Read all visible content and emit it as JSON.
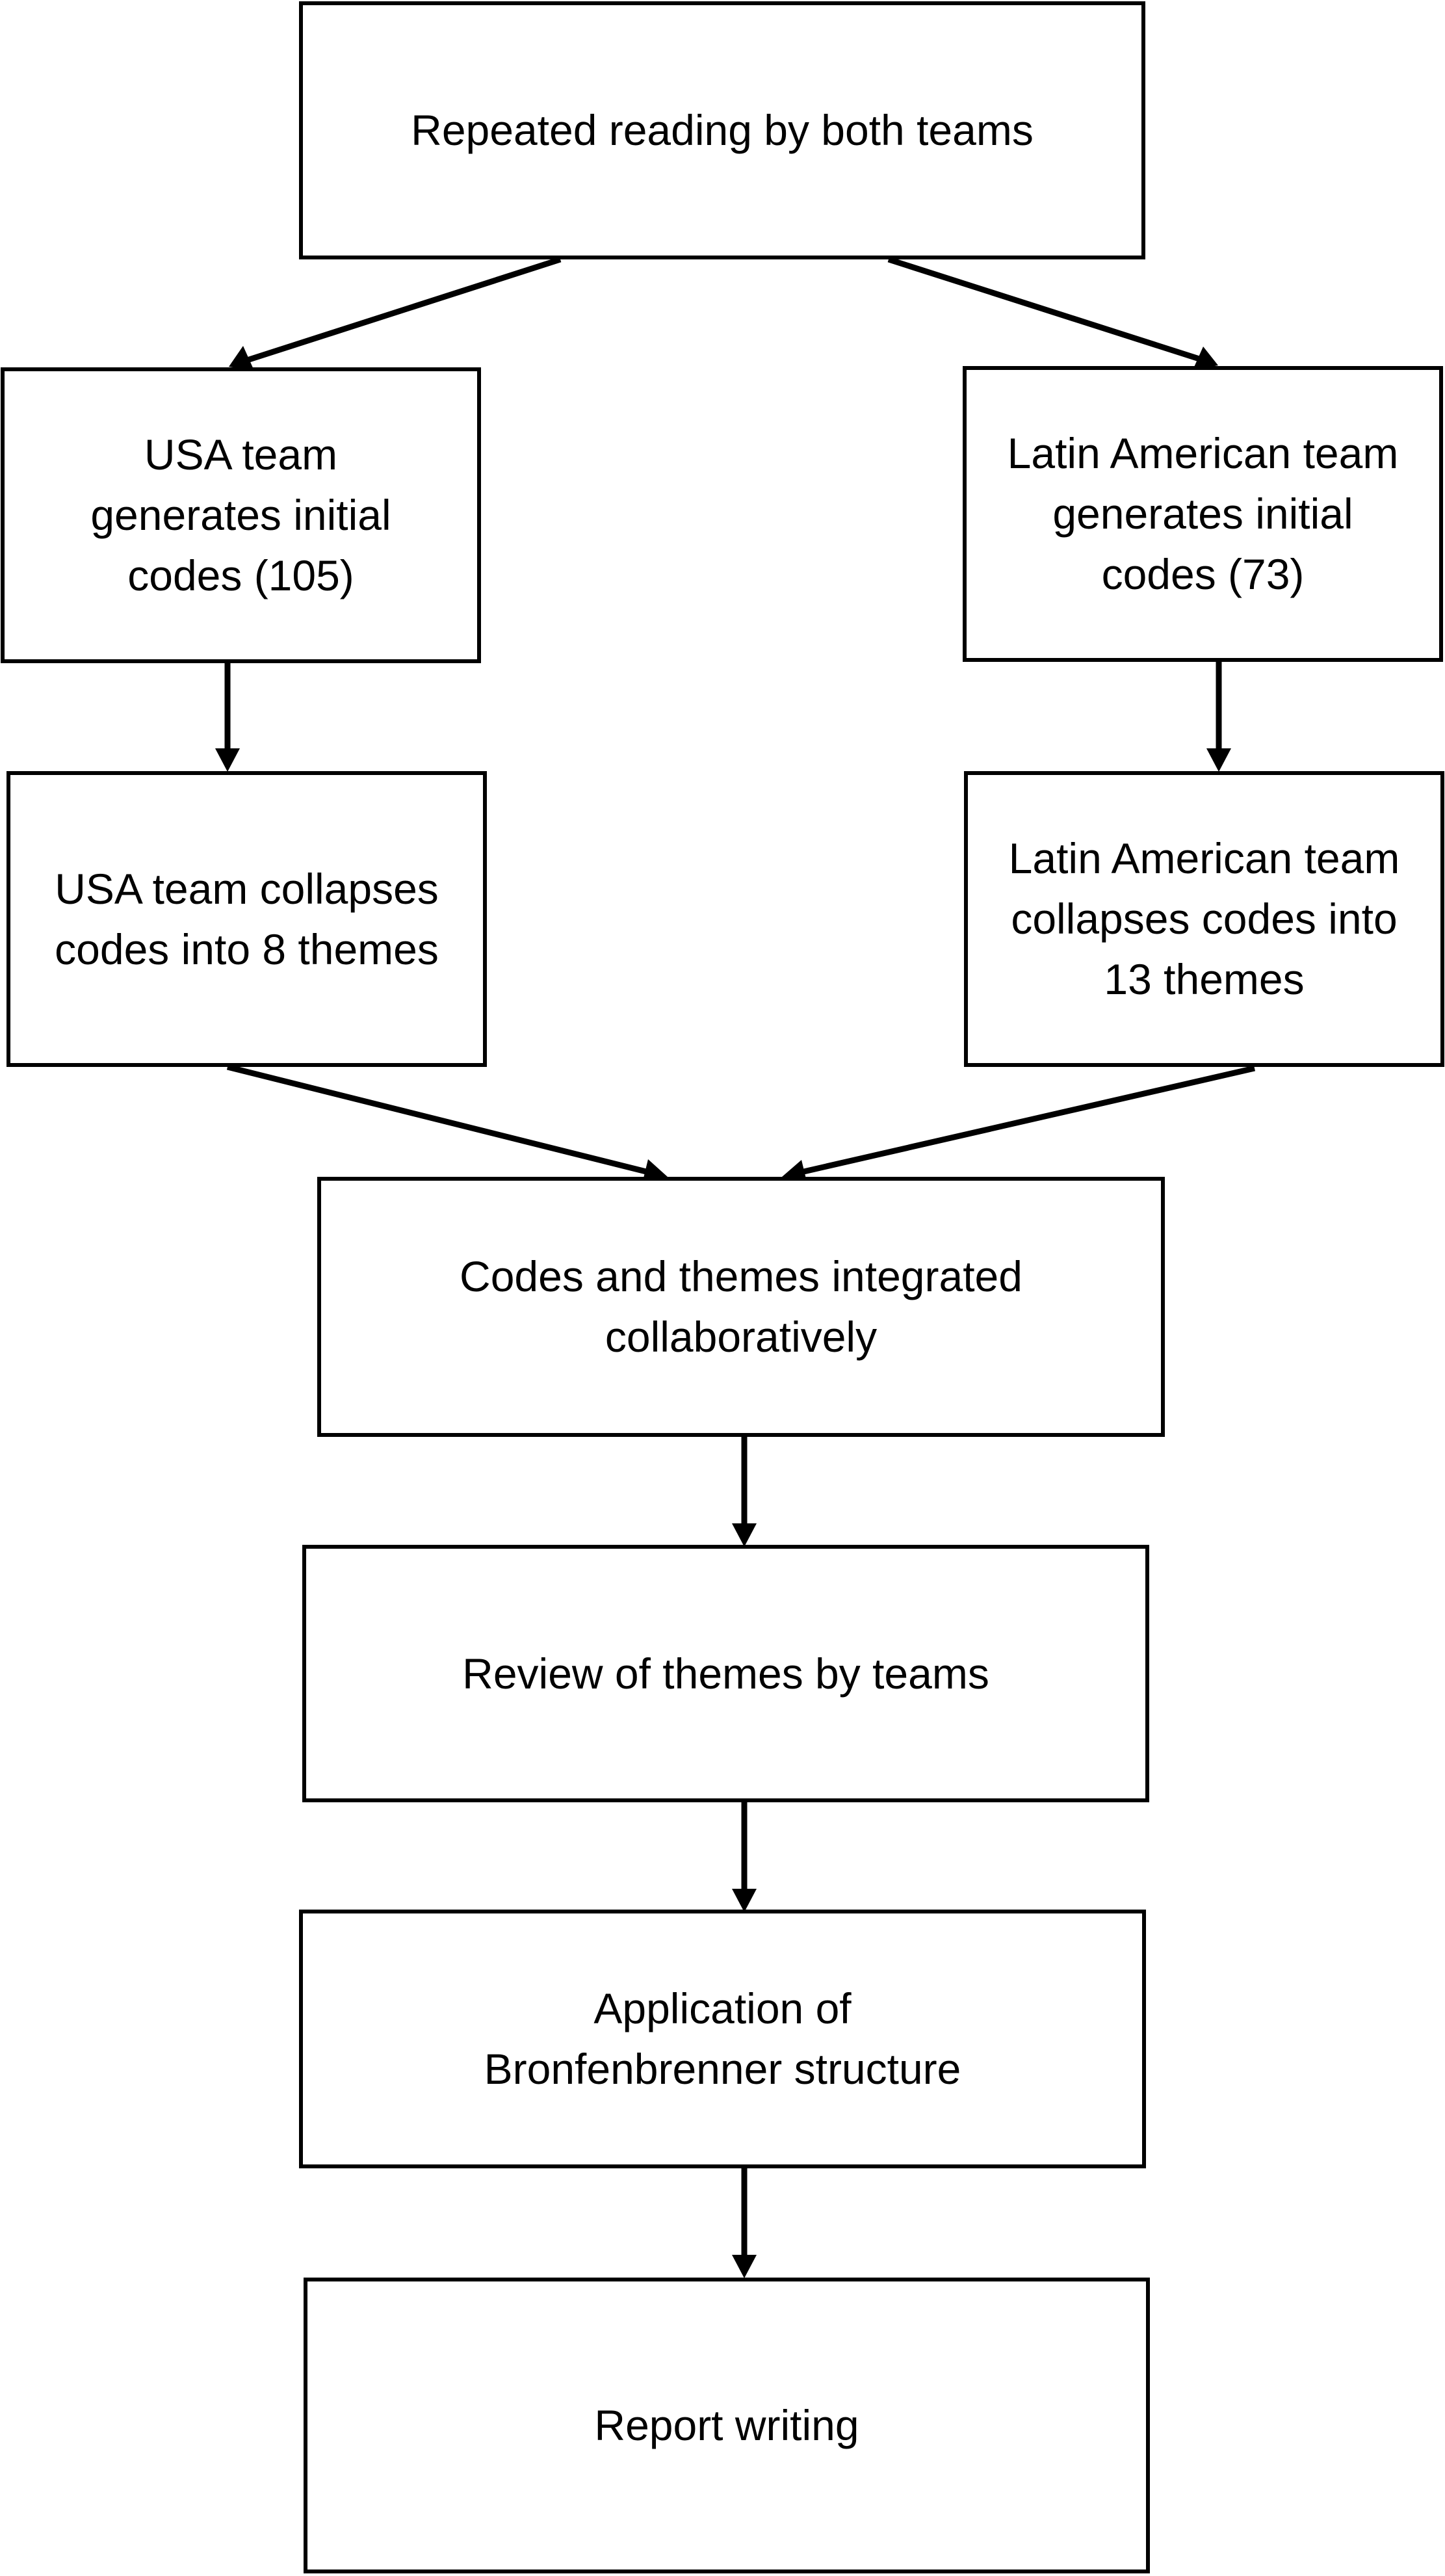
{
  "diagram": {
    "nodes": {
      "reading": "Repeated reading by both teams",
      "usa_codes": "USA team generates initial codes (105)",
      "latam_codes": "Latin American team generates initial codes (73)",
      "usa_themes": "USA team collapses codes into 8 themes",
      "latam_themes": "Latin American team collapses codes into 13 themes",
      "integrated": "Codes and themes integrated collaboratively",
      "review": "Review of themes by teams",
      "bronfenbrenner": "Application of Bronfenbrenner structure",
      "report": "Report writing"
    },
    "edges": [
      {
        "from": "reading",
        "to": "usa_codes"
      },
      {
        "from": "reading",
        "to": "latam_codes"
      },
      {
        "from": "usa_codes",
        "to": "usa_themes"
      },
      {
        "from": "latam_codes",
        "to": "latam_themes"
      },
      {
        "from": "usa_themes",
        "to": "integrated"
      },
      {
        "from": "latam_themes",
        "to": "integrated"
      },
      {
        "from": "integrated",
        "to": "review"
      },
      {
        "from": "review",
        "to": "bronfenbrenner"
      },
      {
        "from": "bronfenbrenner",
        "to": "report"
      }
    ],
    "colors": {
      "stroke": "#000000",
      "fill": "#ffffff",
      "text": "#000000"
    }
  }
}
